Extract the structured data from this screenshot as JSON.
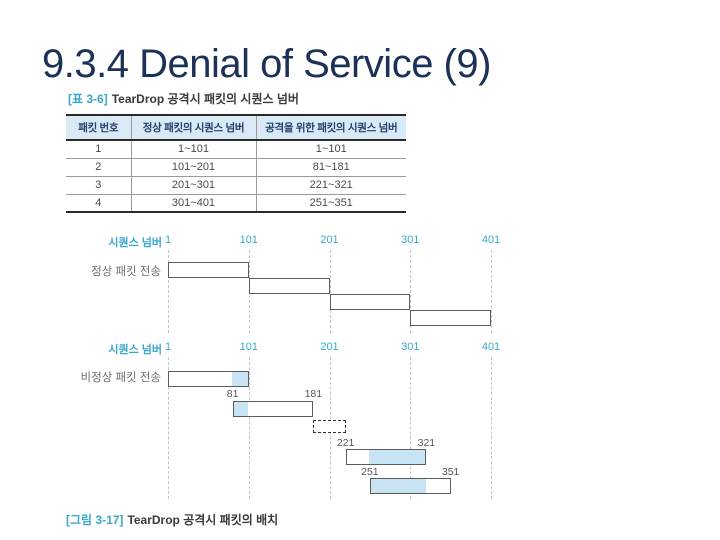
{
  "slide": {
    "title": "9.3.4 Denial of Service (9)",
    "table_caption": {
      "tag": "[표 3-6]",
      "text": "TearDrop 공격시 패킷의 시퀀스 넘버"
    },
    "figure_caption": {
      "tag": "[그림 3-17]",
      "text": "TearDrop 공격시 패킷의 배치"
    }
  },
  "table": {
    "headers": [
      "패킷 번호",
      "정상 패킷의 시퀀스 넘버",
      "공격을 위한 패킷의 시퀀스 넘버"
    ],
    "rows": [
      [
        "1",
        "1~101",
        "1~101"
      ],
      [
        "2",
        "101~201",
        "81~181"
      ],
      [
        "3",
        "201~301",
        "221~321"
      ],
      [
        "4",
        "301~401",
        "251~351"
      ]
    ]
  },
  "diagram": {
    "axis_label": "시퀀스 넘버",
    "ticks": [
      "1",
      "101",
      "201",
      "301",
      "401"
    ],
    "tick_values": [
      1,
      101,
      201,
      301,
      401
    ],
    "normal": {
      "row_label": "정상 패킷 전송",
      "packets": [
        {
          "start": 1,
          "end": 101
        },
        {
          "start": 101,
          "end": 201
        },
        {
          "start": 201,
          "end": 301
        },
        {
          "start": 301,
          "end": 401
        }
      ]
    },
    "abnormal": {
      "row_label": "비정상 패킷 전송",
      "packets": [
        {
          "start": 1,
          "end": 101,
          "overlap": [
            81,
            101
          ]
        },
        {
          "start": 81,
          "end": 181,
          "overlap": [
            81,
            101
          ],
          "range_labels": [
            "81",
            "181"
          ]
        },
        {
          "start": 221,
          "end": 321,
          "overlap": [
            251,
            321
          ],
          "range_labels": [
            "221",
            "321"
          ]
        },
        {
          "start": 251,
          "end": 351,
          "overlap": [
            251,
            321
          ],
          "range_labels": [
            "251",
            "351"
          ]
        }
      ],
      "gap_box": {
        "start": 181,
        "end": 221
      }
    }
  },
  "colors": {
    "accent_cyan": "#38a8cc",
    "title_navy": "#1b3157",
    "table_header_bg": "#d9e9f6",
    "overlap_fill": "#c7e3f4",
    "box_border": "#5c5c5c"
  }
}
